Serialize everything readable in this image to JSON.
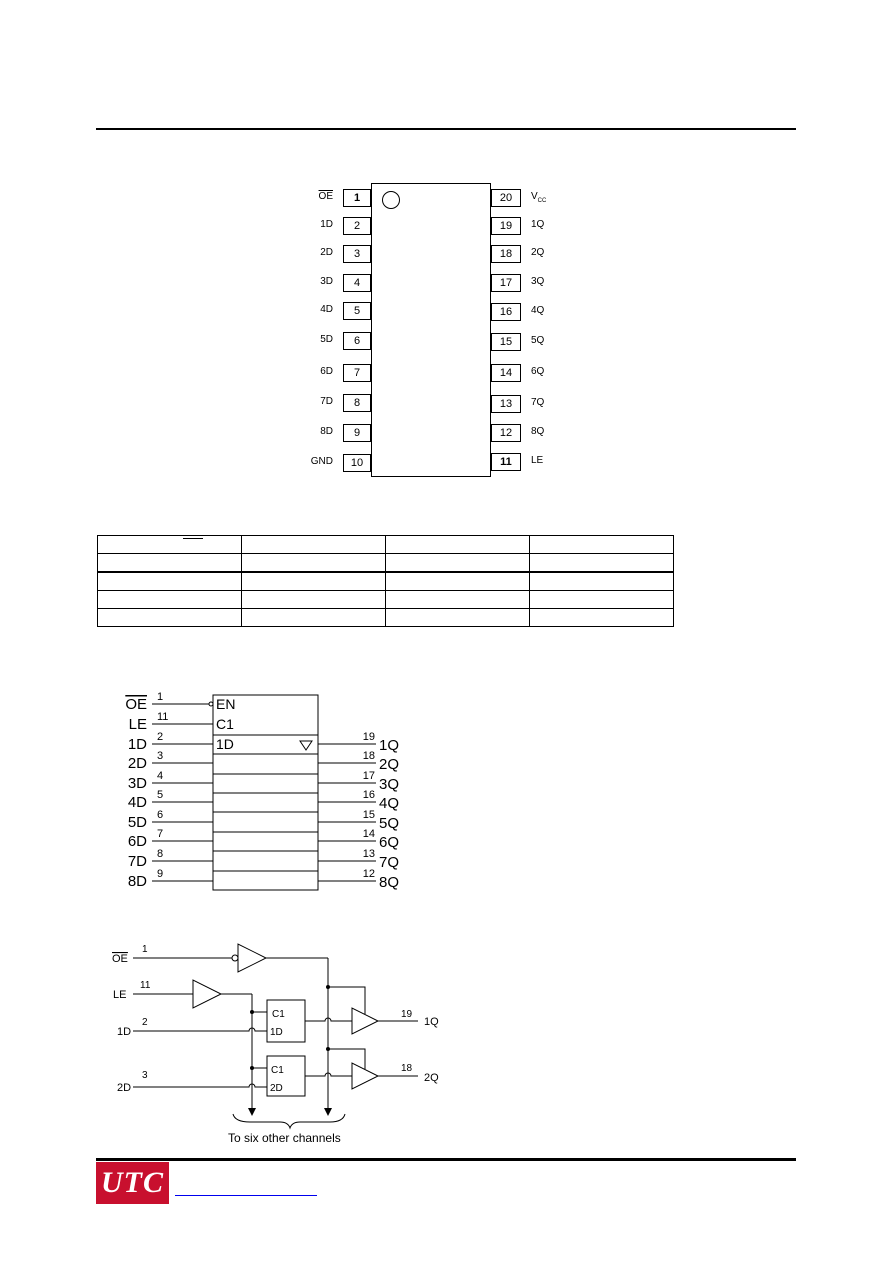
{
  "pin_diagram": {
    "left_pins": [
      {
        "num": "1",
        "label": "OE",
        "overline": true
      },
      {
        "num": "2",
        "label": "1D"
      },
      {
        "num": "3",
        "label": "2D"
      },
      {
        "num": "4",
        "label": "3D"
      },
      {
        "num": "5",
        "label": "4D"
      },
      {
        "num": "6",
        "label": "5D"
      },
      {
        "num": "7",
        "label": "6D"
      },
      {
        "num": "8",
        "label": "7D"
      },
      {
        "num": "9",
        "label": "8D"
      },
      {
        "num": "10",
        "label": "GND"
      }
    ],
    "right_pins": [
      {
        "num": "20",
        "label": "V",
        "sub": "CC"
      },
      {
        "num": "19",
        "label": "1Q"
      },
      {
        "num": "18",
        "label": "2Q"
      },
      {
        "num": "17",
        "label": "3Q"
      },
      {
        "num": "16",
        "label": "4Q"
      },
      {
        "num": "15",
        "label": "5Q"
      },
      {
        "num": "14",
        "label": "6Q"
      },
      {
        "num": "13",
        "label": "7Q"
      },
      {
        "num": "12",
        "label": "8Q"
      },
      {
        "num": "11",
        "label": "LE"
      }
    ]
  },
  "logic_symbol": {
    "inputs": [
      {
        "label": "OE",
        "pin": "1",
        "overline": true
      },
      {
        "label": "LE",
        "pin": "11"
      },
      {
        "label": "1D",
        "pin": "2"
      },
      {
        "label": "2D",
        "pin": "3"
      },
      {
        "label": "3D",
        "pin": "4"
      },
      {
        "label": "4D",
        "pin": "5"
      },
      {
        "label": "5D",
        "pin": "6"
      },
      {
        "label": "6D",
        "pin": "7"
      },
      {
        "label": "7D",
        "pin": "8"
      },
      {
        "label": "8D",
        "pin": "9"
      }
    ],
    "outputs": [
      {
        "label": "1Q",
        "pin": "19"
      },
      {
        "label": "2Q",
        "pin": "18"
      },
      {
        "label": "3Q",
        "pin": "17"
      },
      {
        "label": "4Q",
        "pin": "16"
      },
      {
        "label": "5Q",
        "pin": "15"
      },
      {
        "label": "6Q",
        "pin": "14"
      },
      {
        "label": "7Q",
        "pin": "13"
      },
      {
        "label": "8Q",
        "pin": "12"
      }
    ],
    "block_labels": [
      "EN",
      "C1",
      "1D"
    ]
  },
  "logic_diagram": {
    "oe_label": "OE",
    "oe_pin": "1",
    "le_label": "LE",
    "le_pin": "11",
    "d1_label": "1D",
    "d1_pin": "2",
    "d2_label": "2D",
    "d2_pin": "3",
    "q1_label": "1Q",
    "q1_pin": "19",
    "q2_label": "2Q",
    "q2_pin": "18",
    "latch1": [
      "C1",
      "1D"
    ],
    "latch2": [
      "C1",
      "2D"
    ],
    "footnote": "To six other channels"
  },
  "footer": {
    "logo_text": "UTC"
  }
}
